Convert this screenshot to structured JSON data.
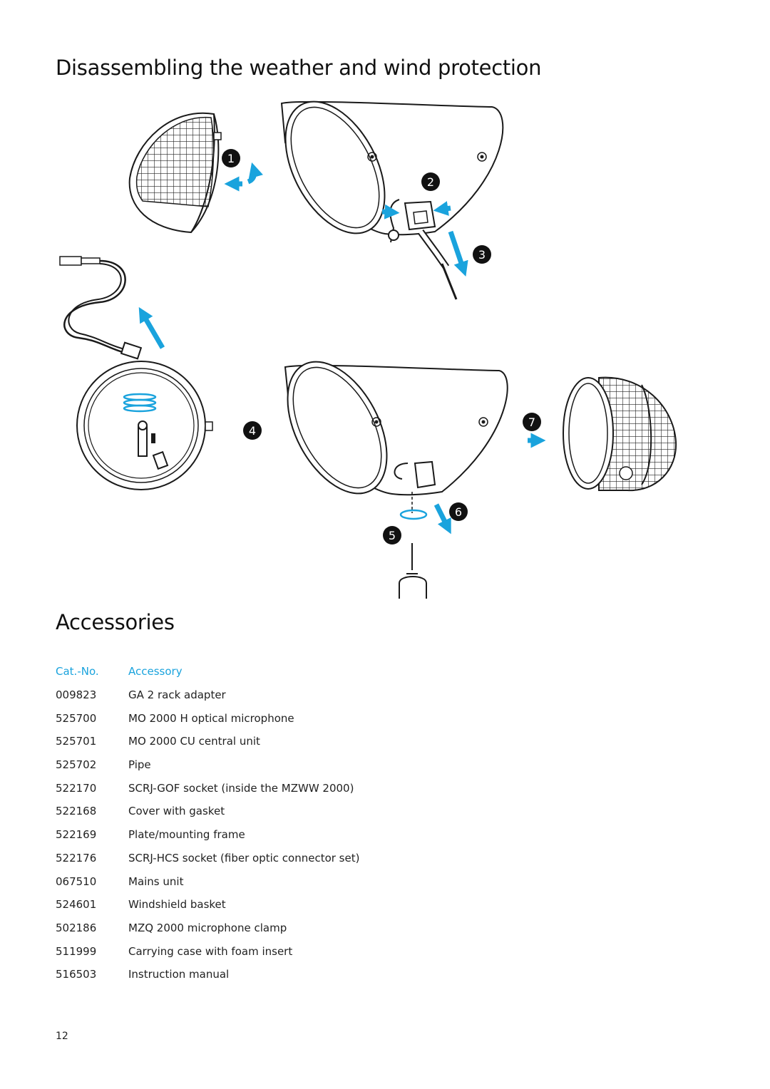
{
  "sections": {
    "disassembly_title": "Disassembling the weather and wind protection",
    "accessories_title": "Accessories"
  },
  "steps": [
    "1",
    "2",
    "3",
    "4",
    "5",
    "6",
    "7"
  ],
  "colors": {
    "accent": "#1aa3dd",
    "line": "#1a1a1a"
  },
  "accessories": {
    "headers": {
      "cat_no": "Cat.-No.",
      "accessory": "Accessory"
    },
    "rows": [
      {
        "cat_no": "009823",
        "name": "GA 2 rack adapter"
      },
      {
        "cat_no": "525700",
        "name": "MO 2000 H optical microphone"
      },
      {
        "cat_no": "525701",
        "name": "MO 2000 CU central unit"
      },
      {
        "cat_no": "525702",
        "name": "Pipe"
      },
      {
        "cat_no": "522170",
        "name": "SCRJ-GOF socket (inside the MZWW 2000)"
      },
      {
        "cat_no": "522168",
        "name": "Cover with gasket"
      },
      {
        "cat_no": "522169",
        "name": "Plate/mounting frame"
      },
      {
        "cat_no": "522176",
        "name": "SCRJ-HCS socket (fiber optic connector set)"
      },
      {
        "cat_no": "067510",
        "name": "Mains unit"
      },
      {
        "cat_no": "524601",
        "name": "Windshield basket"
      },
      {
        "cat_no": "502186",
        "name": "MZQ 2000 microphone clamp"
      },
      {
        "cat_no": "511999",
        "name": "Carrying case with foam insert"
      },
      {
        "cat_no": "516503",
        "name": "Instruction manual"
      }
    ]
  },
  "page_number": "12"
}
